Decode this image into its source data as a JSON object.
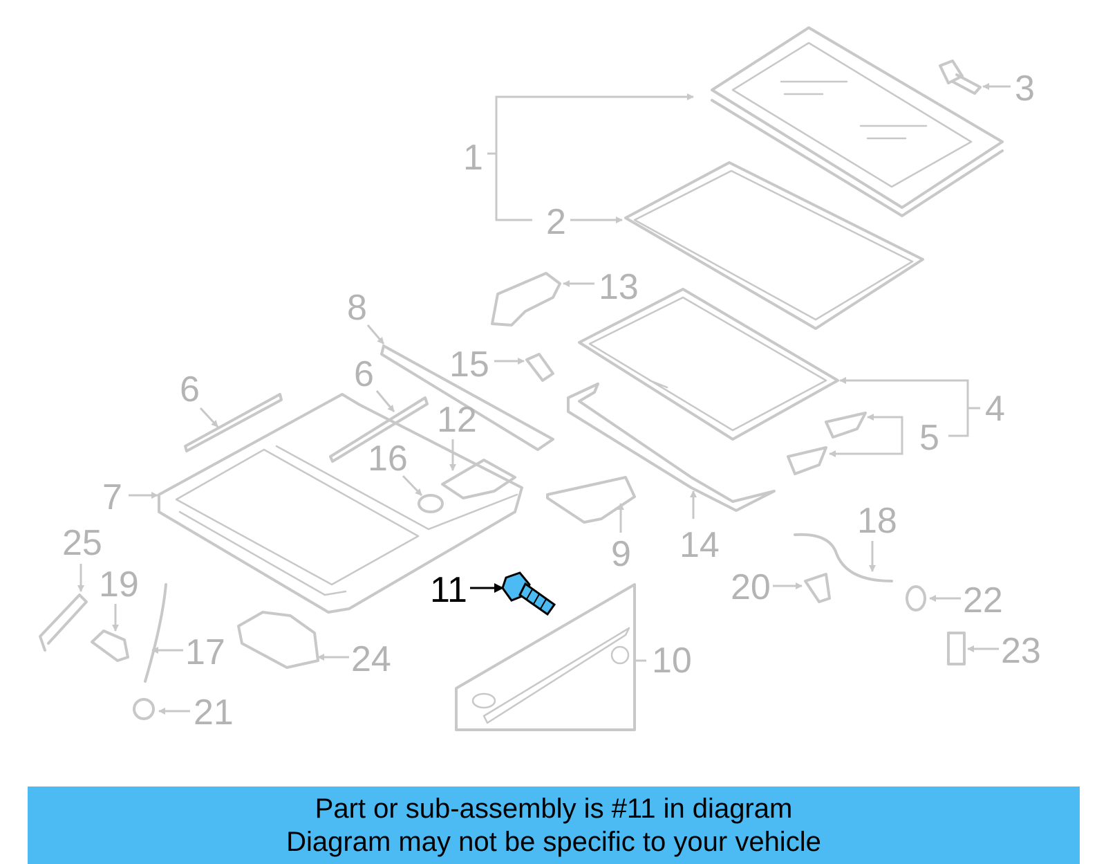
{
  "diagram": {
    "highlighted_part": "11",
    "callouts": [
      "1",
      "2",
      "3",
      "4",
      "5",
      "6",
      "6",
      "7",
      "8",
      "9",
      "10",
      "11",
      "12",
      "13",
      "14",
      "15",
      "16",
      "17",
      "18",
      "19",
      "20",
      "21",
      "22",
      "23",
      "24",
      "25"
    ],
    "colors": {
      "faded": "#b4b4b4",
      "highlight_part": "#4dbbf3",
      "banner": "#4dbbf3",
      "text": "#000000"
    }
  },
  "banner": {
    "line1": "Part or sub-assembly is #11 in diagram",
    "line2": "Diagram may not be specific to your vehicle"
  }
}
